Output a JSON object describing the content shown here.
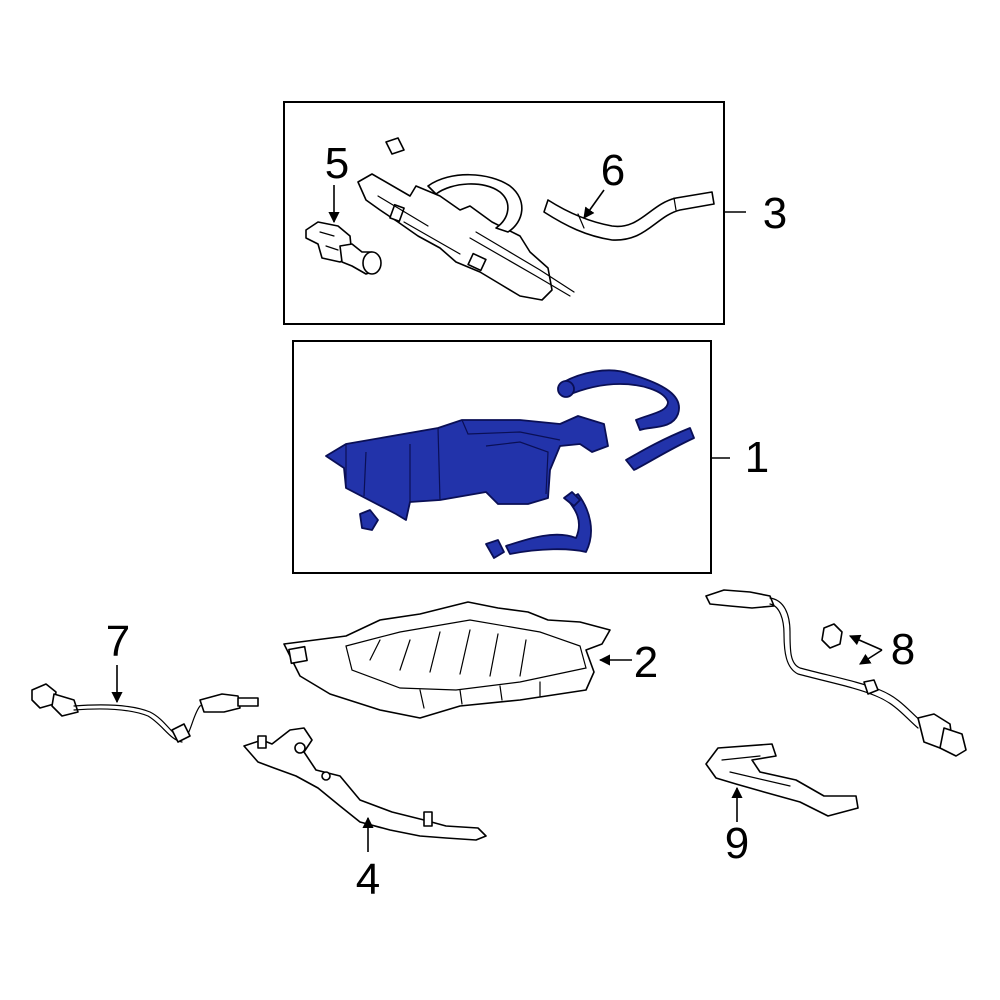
{
  "diagram": {
    "highlight_color": "#2233aa",
    "callouts": [
      {
        "id": "1",
        "label": "1"
      },
      {
        "id": "2",
        "label": "2"
      },
      {
        "id": "3",
        "label": "3"
      },
      {
        "id": "4",
        "label": "4"
      },
      {
        "id": "5",
        "label": "5"
      },
      {
        "id": "6",
        "label": "6"
      },
      {
        "id": "7",
        "label": "7"
      },
      {
        "id": "8",
        "label": "8"
      },
      {
        "id": "9",
        "label": "9"
      }
    ]
  }
}
